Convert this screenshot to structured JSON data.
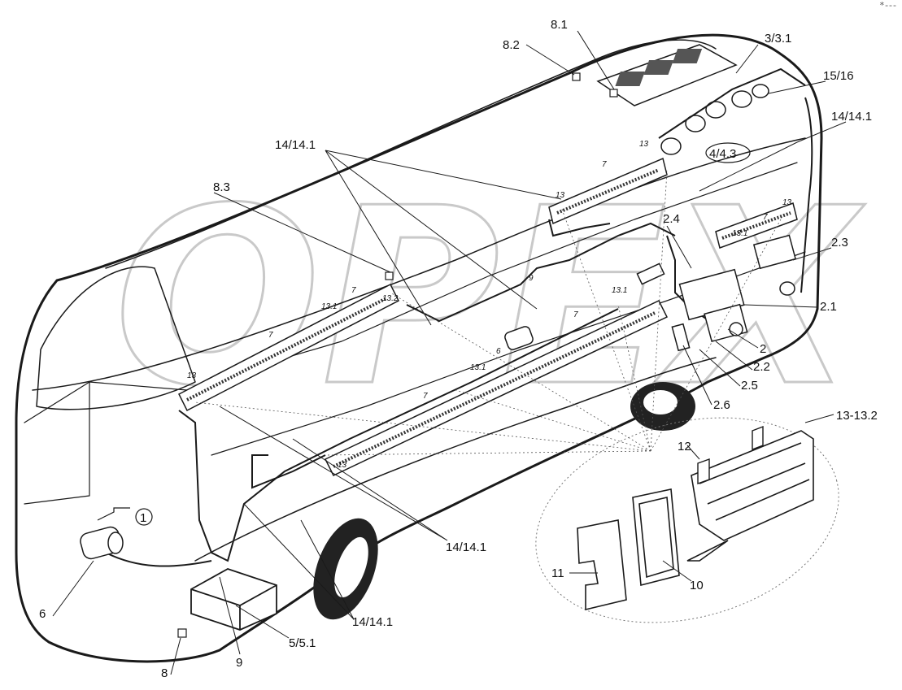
{
  "corner_mark": "*---",
  "watermark_text": "OPEX",
  "colors": {
    "line": "#1a1a1a",
    "watermark": "#c9c9c9",
    "page": "#ffffff"
  },
  "callouts": {
    "c_8_1": "8.1",
    "c_8_2": "8.2",
    "c_3": "3/3.1",
    "c_15": "15/16",
    "c_14_top_right": "14/14.1",
    "c_14_top_left": "14/14.1",
    "c_4": "4/4.3",
    "c_8_3": "8.3",
    "c_2_4": "2.4",
    "c_2_3": "2.3",
    "c_2_1": "2.1",
    "c_2": "2",
    "c_2_2": "2.2",
    "c_2_5": "2.5",
    "c_2_6": "2.6",
    "c_13_13_2": "13-13.2",
    "c_12": "12",
    "c_11": "11",
    "c_10": "10",
    "c_1": "1",
    "c_6_left": "6",
    "c_14_mid": "14/14.1",
    "c_14_bottom": "14/14.1",
    "c_5": "5/5.1",
    "c_9_bottom": "9",
    "c_8_bottom": "8"
  },
  "duct_labels": {
    "a7": "7",
    "a13": "13",
    "b7": "7",
    "b13": "13",
    "b13_1": "13.1",
    "c7": "7",
    "c13_1": "13.1",
    "c13_2": "13.2",
    "c13": "13",
    "d7": "7",
    "d13_1": "13.1",
    "d13": "13",
    "e7": "7",
    "e13_1": "13.1",
    "f7": "7",
    "f13": "13",
    "f13b": "13",
    "i9": "9",
    "i6": "6"
  }
}
